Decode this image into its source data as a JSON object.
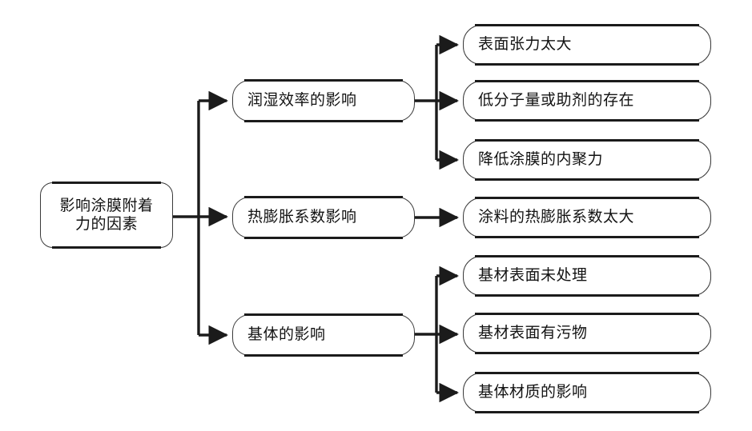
{
  "diagram": {
    "type": "tree-mindmap",
    "orientation": "left-to-right",
    "background_color": "#ffffff",
    "line_color": "#1b1b1b",
    "node_border_color": "#3a3a3a",
    "node_fill_color": "#ffffff",
    "text_color": "#121212",
    "root": {
      "label": "影响涂膜附着\n力的因素"
    },
    "branches": [
      {
        "label": "润湿效率的影响",
        "children": [
          {
            "label": "表面张力太大"
          },
          {
            "label": "低分子量或助剂的存在"
          },
          {
            "label": "降低涂膜的内聚力"
          }
        ]
      },
      {
        "label": "热膨胀系数影响",
        "children": [
          {
            "label": "涂料的热膨胀系数太大"
          }
        ]
      },
      {
        "label": "基体的影响",
        "children": [
          {
            "label": "基材表面未处理"
          },
          {
            "label": "基材表面有污物"
          },
          {
            "label": "基体材质的影响"
          }
        ]
      }
    ]
  }
}
